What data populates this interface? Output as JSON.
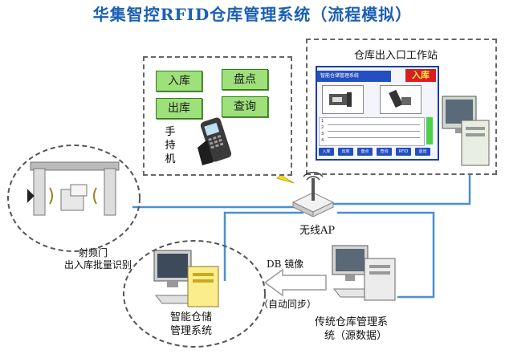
{
  "title": "华集智控RFID仓库管理系统（流程模拟）",
  "handheld": {
    "buttons": [
      "入库",
      "盘点",
      "出库",
      "查询"
    ],
    "label": "手持机"
  },
  "workstation": {
    "title": "仓库出入口工作站",
    "screen_bar_text": "智能仓储管理系统",
    "screen_action": "入库",
    "list_numbers": [
      "1",
      "2",
      "3",
      "4"
    ],
    "toolbar": [
      "入库",
      "出库",
      "盘点",
      "查询",
      "RFID",
      "退出"
    ]
  },
  "ap_label": "无线AP",
  "gate_label_1": "射频门",
  "gate_label_2": "出入库批量识别",
  "mirror_label": "DB 镜像",
  "sync_label": "（自动同步）",
  "smart_label_1": "智能仓储",
  "smart_label_2": "管理系统",
  "legacy_label_1": "传统仓库管理系",
  "legacy_label_2": "统（源数据）",
  "colors": {
    "title": "#1a5fb4",
    "line": "#4a8fd0",
    "button": "#9ee07a",
    "screen_bar": "#234fc0",
    "action": "#d81e1e"
  }
}
